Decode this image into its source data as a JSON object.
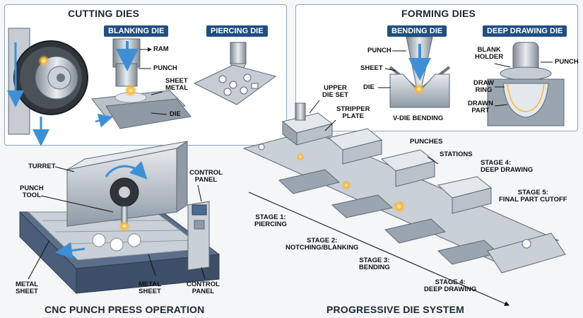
{
  "sections": {
    "cutting": {
      "title": "CUTTING DIES",
      "blanking": {
        "badge": "BLANKING DIE",
        "ram": "RAM",
        "punch": "PUNCH",
        "sheet_metal": "SHEET\nMETAL",
        "die": "DIE"
      },
      "piercing": {
        "badge": "PIERCING DIE"
      }
    },
    "forming": {
      "title": "FORMING DIES",
      "bending": {
        "badge": "BENDING DIE",
        "punch": "PUNCH",
        "sheet": "SHEET",
        "die": "DIE",
        "caption": "V-DIE BENDING"
      },
      "deep_drawing": {
        "badge": "DEEP DRAWING DIE",
        "blank_holder": "BLANK\nHOLDER",
        "punch": "PUNCH",
        "draw_ring": "DRAW\nRING",
        "drawn_part": "DRAWN\nPART"
      }
    },
    "cnc": {
      "title": "CNC PUNCH PRESS OPERATION",
      "turret": "TURRET",
      "punch_tool": "PUNCH\nTOOL",
      "control_panel_top": "CONTROL\nPANEL",
      "metal_sheet_left": "METAL\nSHEET",
      "metal_sheet_mid": "METAL\nSHEET",
      "control_panel_bottom": "CONTROL\nPANEL"
    },
    "progressive": {
      "title": "PROGRESSIVE DIE SYSTEM",
      "upper_die_set": "UPPER\nDIE SET",
      "stripper_plate": "STRIPPER\nPLATE",
      "punches": "PUNCHES",
      "stations": "STATIONS",
      "stage4_top": "STAGE 4:\nDEEP DRAWING",
      "stage5": "STAGE 5:\nFINAL PART CUTOFF",
      "stage1": "STAGE 1:\nPIERCING",
      "stage2": "STAGE 2:\nNOTCHING/BLANKING",
      "stage3": "STAGE 3:\nBENDING",
      "stage4_bottom": "STAGE 4:\nDEEP DRAWING"
    }
  },
  "colors": {
    "steel_light": "#d3d9df",
    "steel_mid": "#9aa5b0",
    "steel_dark": "#5d6873",
    "arrow_blue": "#3d8fd6",
    "spark": "#f6b73c",
    "panel_border": "#8aa4bd",
    "badge_blue": "#1f4f82"
  }
}
